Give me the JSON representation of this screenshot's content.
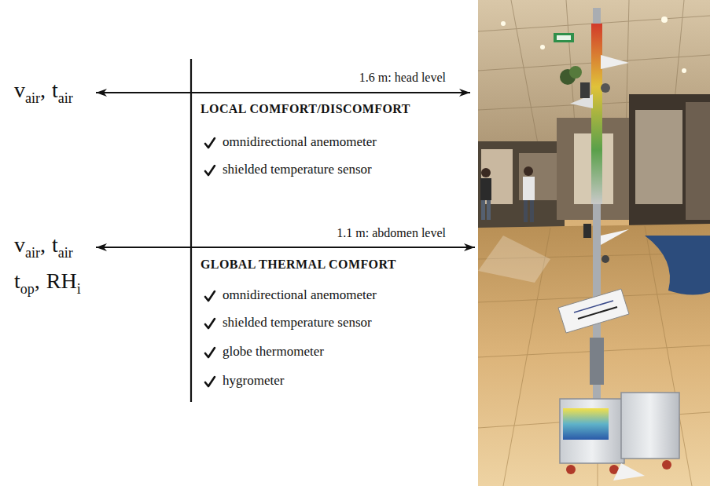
{
  "diagram": {
    "labels": [
      "v",
      "air",
      ",",
      "t",
      "air",
      "1.6 m: head level",
      "LOCAL COMFORT/DISCOMFORT",
      "omnidirectional anemometer",
      "shielded temperature sensor",
      "v",
      "air",
      ",",
      "t",
      "air",
      "t",
      "op",
      ",",
      "RH",
      "i",
      "1.1 m: abdomen level",
      "GLOBAL THERMAL COMFORT",
      "omnidirectional anemometer",
      "shielded temperature sensor",
      "globe thermometer",
      "hygrometer"
    ]
  }
}
